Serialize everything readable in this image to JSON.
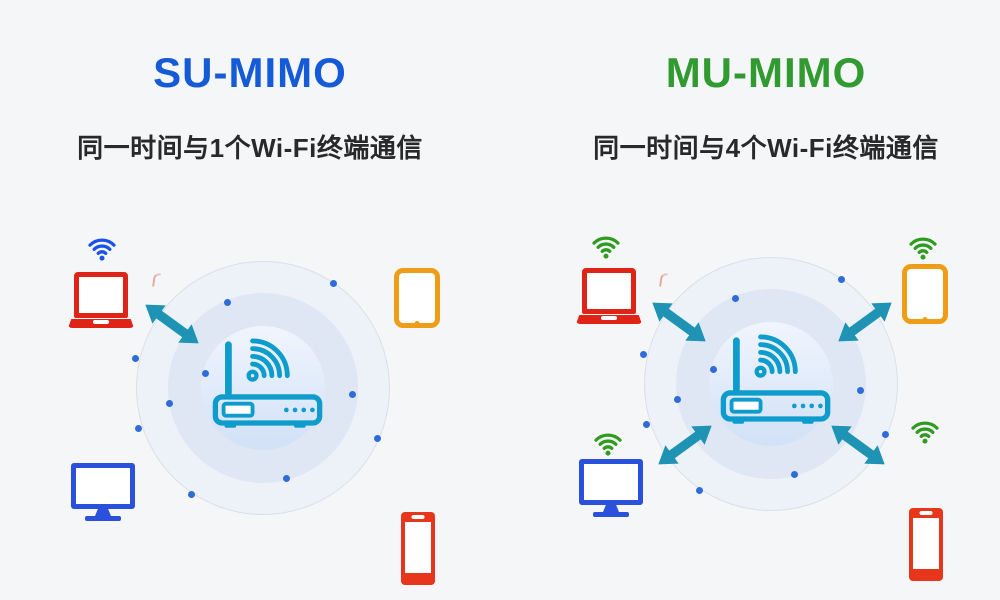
{
  "panels": [
    {
      "title": "SU-MIMO",
      "subtitle": "同一时间与1个Wi-Fi终端通信",
      "connected_terminals": 1,
      "arrows_shown": [
        "laptop"
      ],
      "wifi_badges_shown": [
        "laptop"
      ]
    },
    {
      "title": "MU-MIMO",
      "subtitle": "同一时间与4个Wi-Fi终端通信",
      "connected_terminals": 4,
      "arrows_shown": [
        "laptop",
        "tablet",
        "monitor",
        "phone"
      ],
      "wifi_badges_shown": [
        "laptop",
        "tablet",
        "monitor",
        "phone"
      ]
    }
  ],
  "devices": [
    "laptop",
    "tablet",
    "monitor",
    "phone"
  ],
  "icons": {
    "router": "wifi-router-outline",
    "wifi-badge": "wifi-arcs-with-dot",
    "arrow": "double-headed-arrow",
    "laptop": "laptop-outline",
    "tablet": "tablet-outline",
    "monitor": "desktop-monitor-outline",
    "phone": "smartphone-outline"
  },
  "colors": {
    "background": "#f5f6f7",
    "title-su": "#155ad6",
    "title-mu": "#319a30",
    "subtitle": "#28292b",
    "router": "#0d9ccc",
    "arrow": "#1e93b4",
    "ring-outer": "#edf1f8",
    "ring-outer-border": "#dadfe9",
    "ring-middle": "#dfe7f4",
    "ring-inner-top": "#f0f5fd",
    "ring-inner-bottom": "#d2e1f7",
    "dot": "#2f6cd9",
    "laptop": "#df2317",
    "tablet": "#ef9c16",
    "monitor": "#2a50dc",
    "phone": "#e8361c",
    "wifi-blue": "#1c52e8",
    "wifi-green": "#2f9c20"
  }
}
